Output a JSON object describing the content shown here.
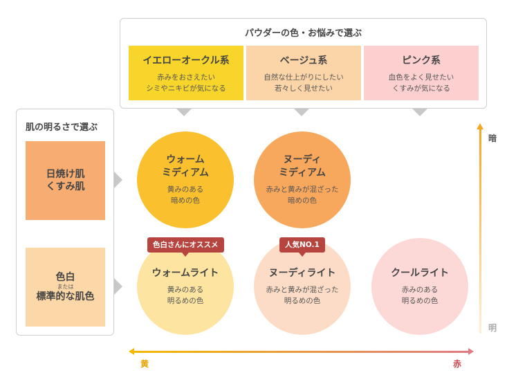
{
  "top_panel": {
    "title": "パウダーの色・お悩みで選ぶ",
    "types": [
      {
        "name": "イエローオークル系",
        "desc1": "赤みをおさえたい",
        "desc2": "シミやニキビが気になる",
        "color": "#f7d52a"
      },
      {
        "name": "ベージュ系",
        "desc1": "自然な仕上がりにしたい",
        "desc2": "若々しく見せたい",
        "color": "#fbd4a8"
      },
      {
        "name": "ピンク系",
        "desc1": "血色をよく見せたい",
        "desc2": "くすみが気になる",
        "color": "#fcd0cf"
      }
    ]
  },
  "left_panel": {
    "title": "肌の明るさで選ぶ",
    "dark": {
      "line1": "日焼け肌",
      "line2": "くすみ肌"
    },
    "light": {
      "line1": "色白",
      "small": "または",
      "line2": "標準的な肌色"
    }
  },
  "shades": [
    {
      "name1": "ウォーム",
      "name2": "ミディアム",
      "desc1": "黄みのある",
      "desc2": "暗めの色",
      "color": "#fbc02d"
    },
    {
      "name1": "ヌーディ",
      "name2": "ミディアム",
      "desc1": "赤みと黄みが混ざった",
      "desc2": "暗めの色",
      "color": "#f8a85c"
    },
    {
      "name1": "ウォームライト",
      "desc1": "黄みのある",
      "desc2": "明るめの色",
      "color": "#fde4a0"
    },
    {
      "name1": "ヌーディライト",
      "desc1": "赤みと黄みが混ざった",
      "desc2": "明るめの色",
      "color": "#fddcc7"
    },
    {
      "name1": "クールライト",
      "desc1": "赤みのある",
      "desc2": "明るめの色",
      "color": "#fcd9d6"
    }
  ],
  "badges": {
    "warm_light": "色白さんにオススメ",
    "nudie_light": "人気NO.1"
  },
  "axes": {
    "vertical_top": "暗",
    "vertical_bottom": "明",
    "horizontal_left": "黄",
    "horizontal_right": "赤"
  },
  "colors": {
    "badge": "#b6453f",
    "axis_yellow": "#f5b800",
    "axis_red": "#e07a84"
  }
}
